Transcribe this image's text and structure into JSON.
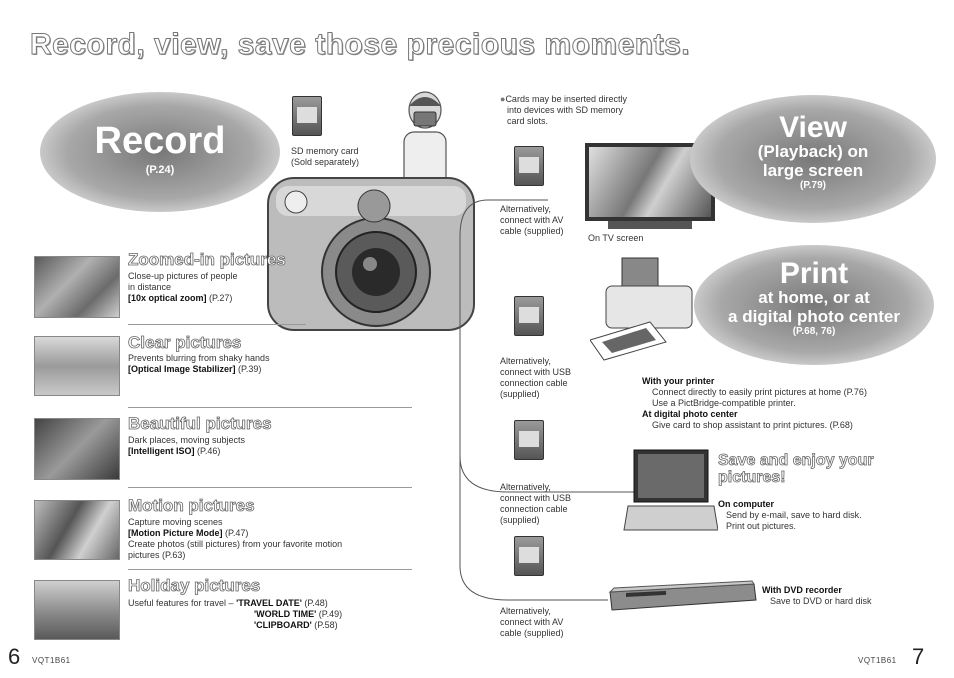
{
  "header": {
    "title": "Record, view, save those precious moments."
  },
  "record": {
    "title": "Record",
    "ref": "(P.24)"
  },
  "sd_card": {
    "line1": "SD memory card",
    "line2": "(Sold separately)"
  },
  "view": {
    "title": "View",
    "line1": "(Playback) on",
    "line2": "large screen",
    "ref": "(P.79)"
  },
  "print": {
    "title": "Print",
    "line1": "at home, or at",
    "line2": "a digital photo center",
    "ref": "(P.68, 76)"
  },
  "cards_note": [
    "Cards may be inserted directly",
    "into devices with SD memory",
    "card slots."
  ],
  "alt_av_1": [
    "Alternatively,",
    "connect with AV",
    "cable (supplied)"
  ],
  "tv_label": "On TV screen",
  "alt_usb_1": [
    "Alternatively,",
    "connect with USB",
    "connection cable",
    "(supplied)"
  ],
  "alt_usb_2": [
    "Alternatively,",
    "connect with USB",
    "connection cable",
    "(supplied)"
  ],
  "alt_av_2": [
    "Alternatively,",
    "connect with AV",
    "cable (supplied)"
  ],
  "printer": {
    "heading": "With your printer",
    "text1": "Connect directly to easily print pictures at home (P.76)",
    "text2": "Use a PictBridge-compatible printer.",
    "heading2": "At digital photo center",
    "text3": "Give card to shop assistant to print pictures. (P.68)"
  },
  "save": {
    "title1": "Save and enjoy your",
    "title2": "pictures!"
  },
  "computer": {
    "heading": "On computer",
    "text1": "Send by e-mail, save to hard disk.",
    "text2": "Print out pictures."
  },
  "dvd": {
    "heading": "With DVD recorder",
    "text": "Save to DVD or hard disk"
  },
  "sections": [
    {
      "title": "Zoomed-in pictures",
      "desc1": "Close-up pictures of people",
      "desc2": "in distance",
      "feat": "[10x optical zoom]",
      "ref": "(P.27)"
    },
    {
      "title": "Clear pictures",
      "desc1": "Prevents blurring from shaky hands",
      "feat": "[Optical Image Stabilizer]",
      "ref": "(P.39)"
    },
    {
      "title": "Beautiful pictures",
      "desc1": "Dark places, moving subjects",
      "feat": "[Intelligent ISO]",
      "ref": "(P.46)"
    },
    {
      "title": "Motion pictures",
      "desc1": "Capture moving scenes",
      "feat": "[Motion Picture Mode]",
      "ref": "(P.47)",
      "desc2": "Create photos (still pictures) from your favorite motion",
      "desc3": "pictures (P.63)"
    },
    {
      "title": "Holiday pictures",
      "desc1": "Useful features for travel –",
      "f1": "'TRAVEL DATE'",
      "r1": "(P.48)",
      "f2": "'WORLD TIME'",
      "r2": "(P.49)",
      "f3": "'CLIPBOARD'",
      "r3": "(P.58)"
    }
  ],
  "footer": {
    "left_num": "6",
    "left_code": "VQT1B61",
    "right_code": "VQT1B61",
    "right_num": "7"
  }
}
